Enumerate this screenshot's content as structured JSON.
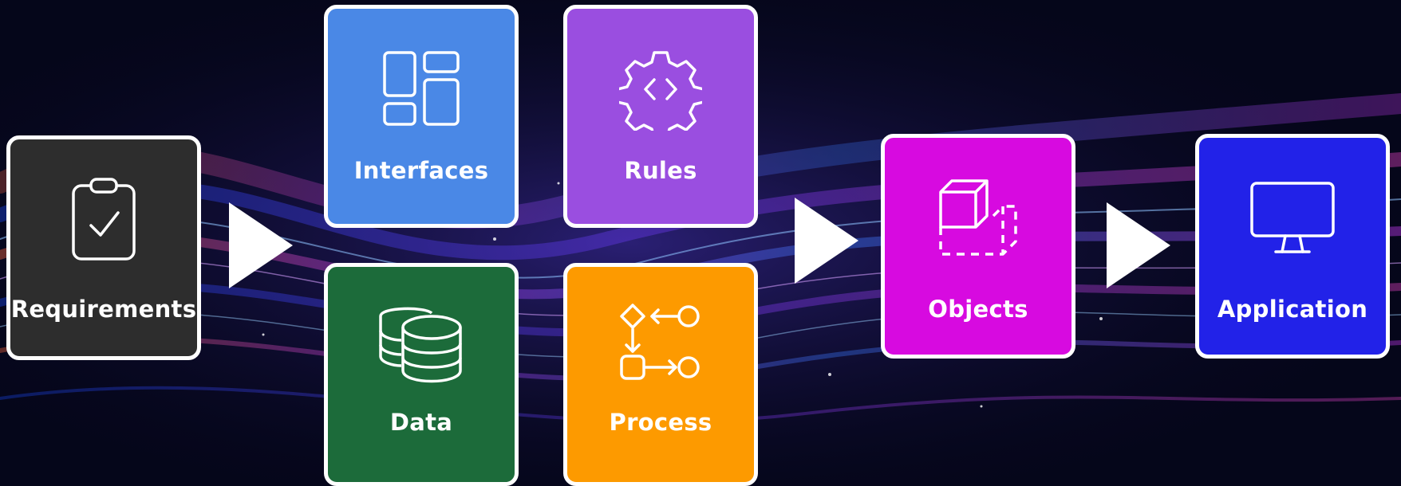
{
  "diagram": {
    "nodes": {
      "requirements": {
        "label": "Requirements",
        "color": "#2d2d2d",
        "icon": "clipboard-check-icon"
      },
      "interfaces": {
        "label": "Interfaces",
        "color": "#4a88e6",
        "icon": "layout-icon"
      },
      "rules": {
        "label": "Rules",
        "color": "#9a4ee0",
        "icon": "gear-code-icon"
      },
      "data": {
        "label": "Data",
        "color": "#1c6b3a",
        "icon": "database-icon"
      },
      "process": {
        "label": "Process",
        "color": "#fd9a00",
        "icon": "flow-process-icon"
      },
      "objects": {
        "label": "Objects",
        "color": "#d70ae0",
        "icon": "cube-objects-icon"
      },
      "application": {
        "label": "Application",
        "color": "#2222e8",
        "icon": "monitor-icon"
      }
    },
    "arrow_color": "#ffffff",
    "border_color": "#ffffff"
  }
}
